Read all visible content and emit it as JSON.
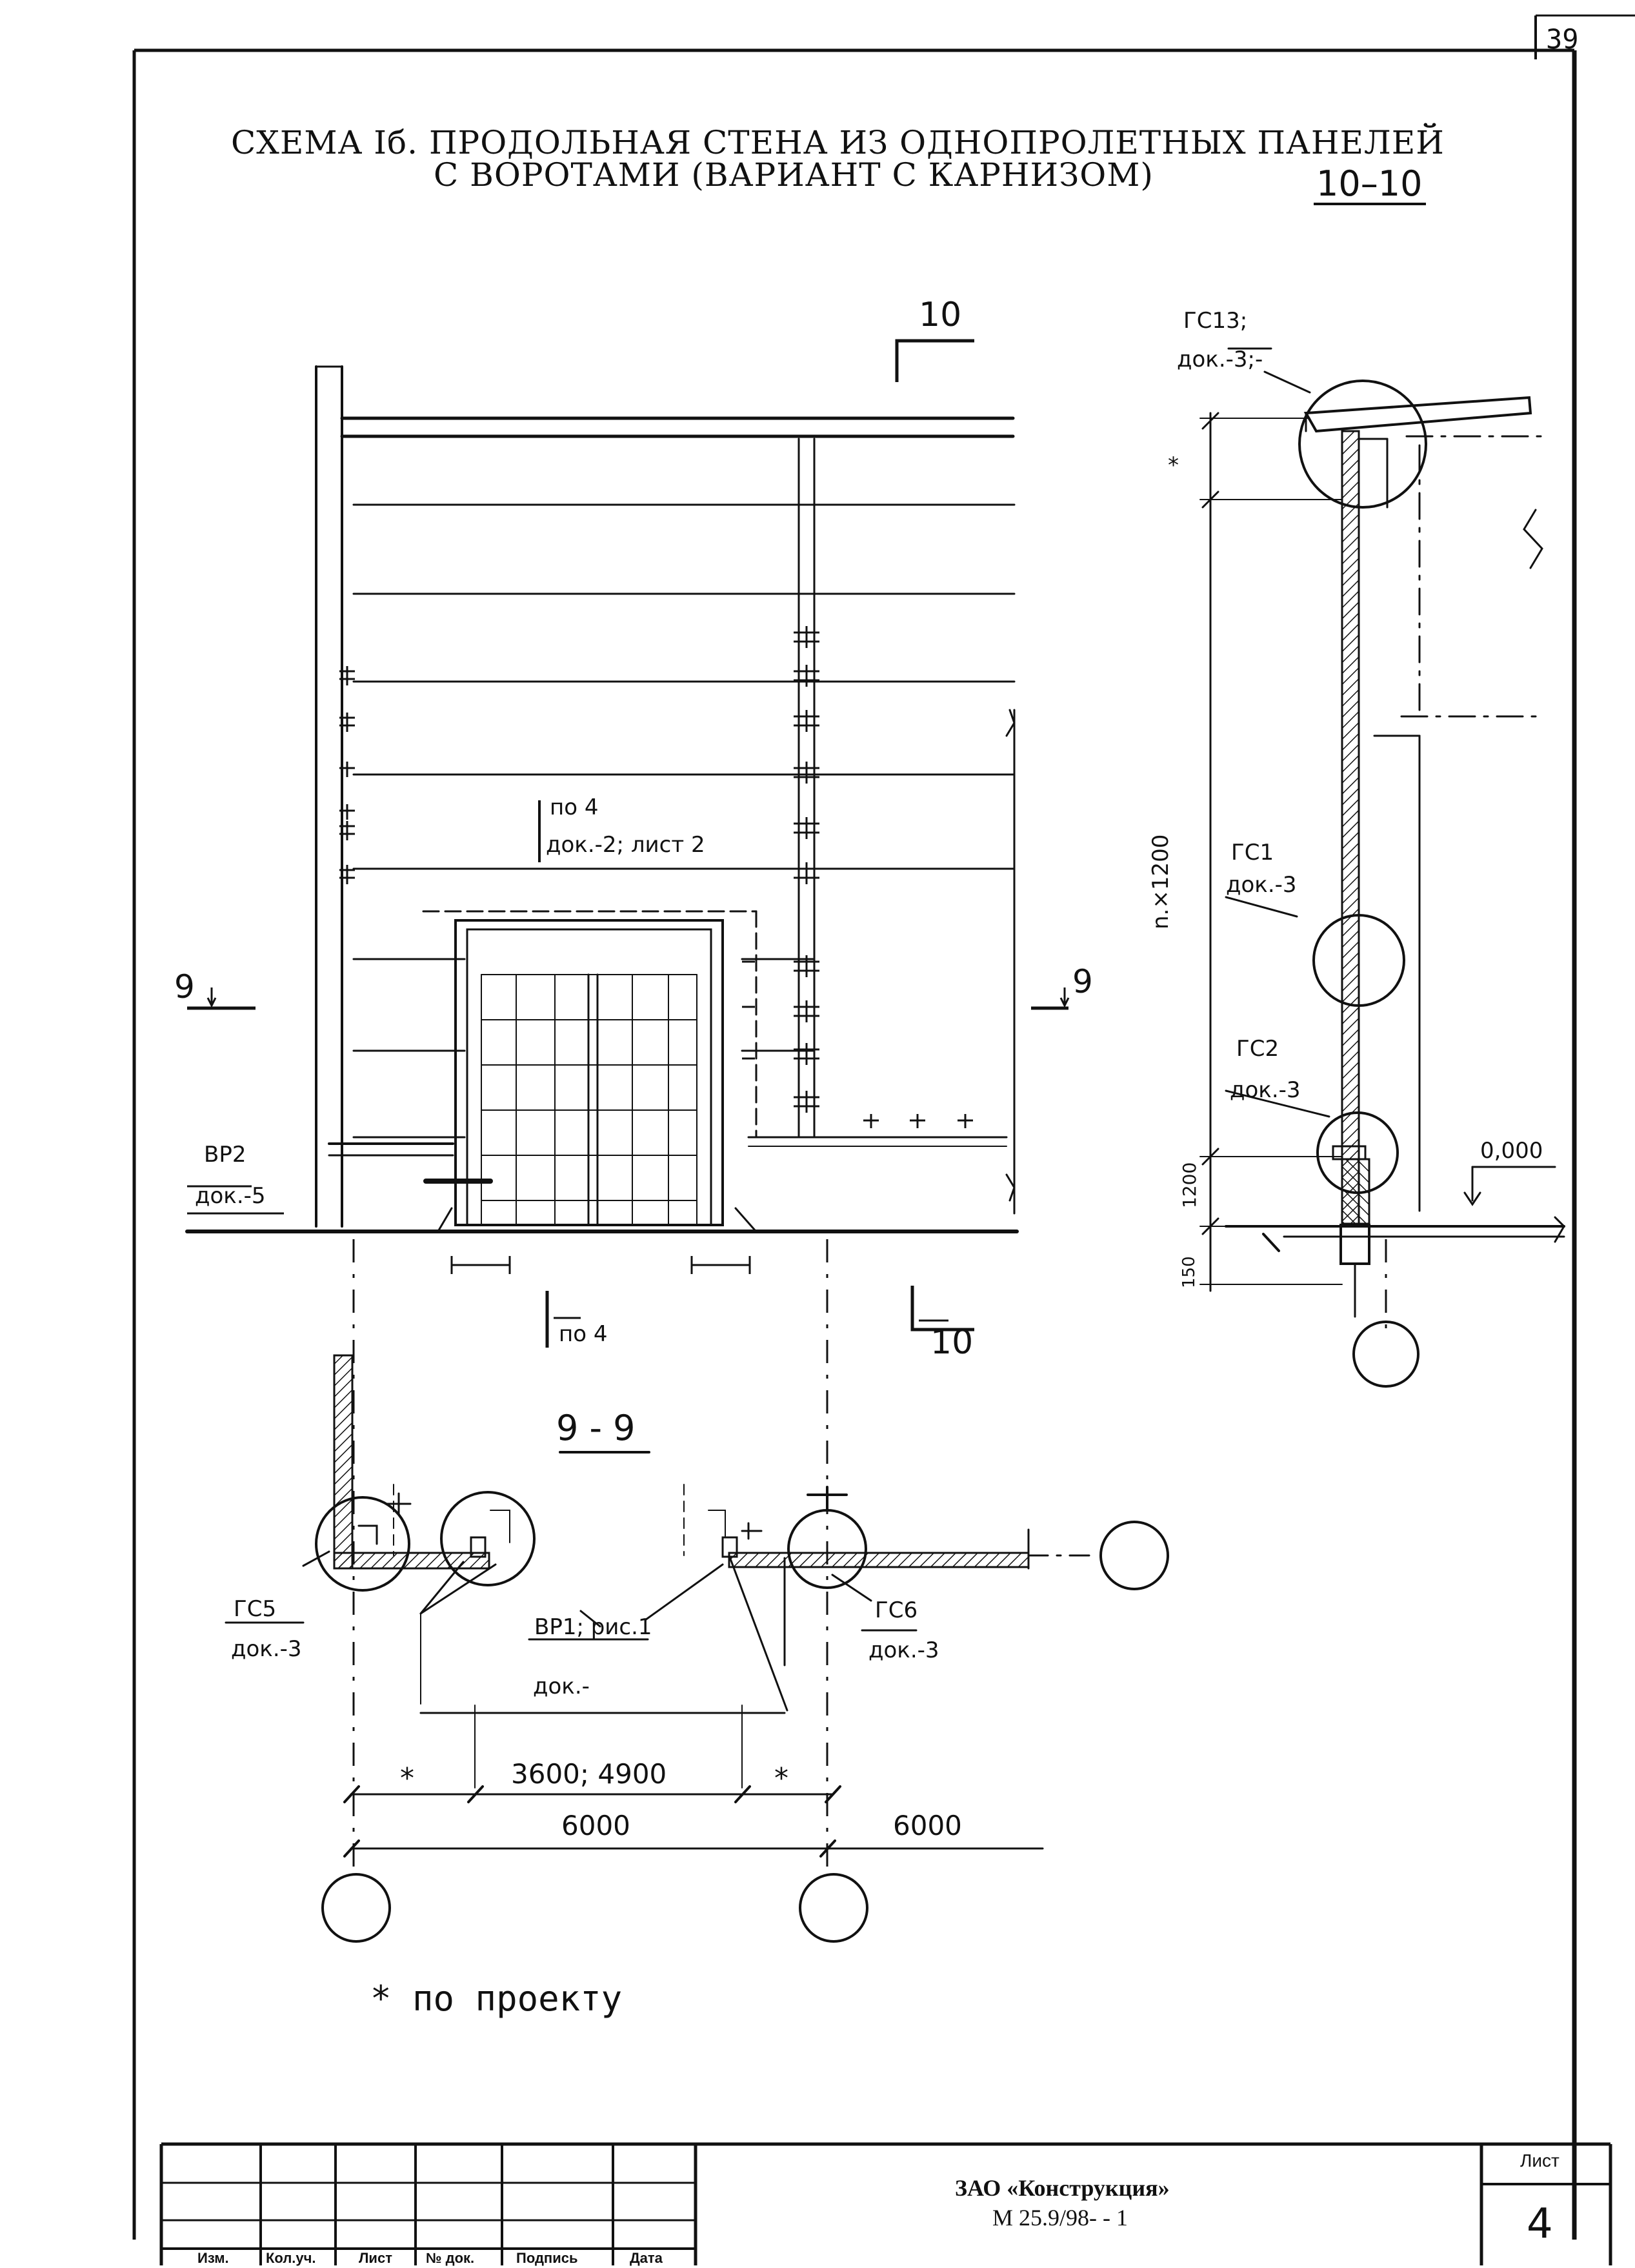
{
  "page_number": "39",
  "title": {
    "line1": "СХЕМА Iб. ПРОДОЛЬНАЯ СТЕНА ИЗ ОДНОПРОЛЕТНЫХ ПАНЕЛЕЙ",
    "line2": "С ВОРОТАМИ (ВАРИАНТ С КАРНИЗОМ)"
  },
  "section_10": {
    "title": "10–10",
    "mark_top": "10",
    "mark_bottom": "10",
    "callouts": [
      {
        "code": "ГС13;",
        "doc": "док.-3;-"
      },
      {
        "code": "ГС1",
        "doc": "док.-3"
      },
      {
        "code": "ГС2",
        "doc": "док.-3"
      }
    ],
    "dim_star": "*",
    "dim_panels": "n.×1200",
    "dim_1200": "1200",
    "dim_150": "150",
    "level": "0,000"
  },
  "elevation": {
    "mark_9_left": "9",
    "mark_9_right": "9",
    "ref_po4_top": "по 4",
    "ref_po4_top_doc": "док.-2; лист 2",
    "ref_vr2": "ВР2",
    "ref_vr2_doc": "док.-5",
    "ref_po4_bottom": "по 4"
  },
  "plan_9_9": {
    "title": "9 - 9",
    "callouts": [
      {
        "code": "ГС5",
        "doc": "док.-3"
      },
      {
        "code": "ВР1; рис.1",
        "doc": "док.-"
      },
      {
        "code": "ГС6",
        "doc": "док.-3"
      }
    ],
    "dims": {
      "star_left": "*",
      "opening": "3600; 4900",
      "star_right": "*",
      "span_left": "6000",
      "span_right": "6000"
    }
  },
  "note": "* по проекту",
  "title_block": {
    "headers": [
      "Изм.",
      "Кол.уч.",
      "Лист",
      "№ док.",
      "Подпись",
      "Дата"
    ],
    "company": "ЗАО «Конструкция»",
    "doc_code": "М 25.9/98- - 1",
    "sheet_label": "Лист",
    "sheet_number": "4"
  }
}
